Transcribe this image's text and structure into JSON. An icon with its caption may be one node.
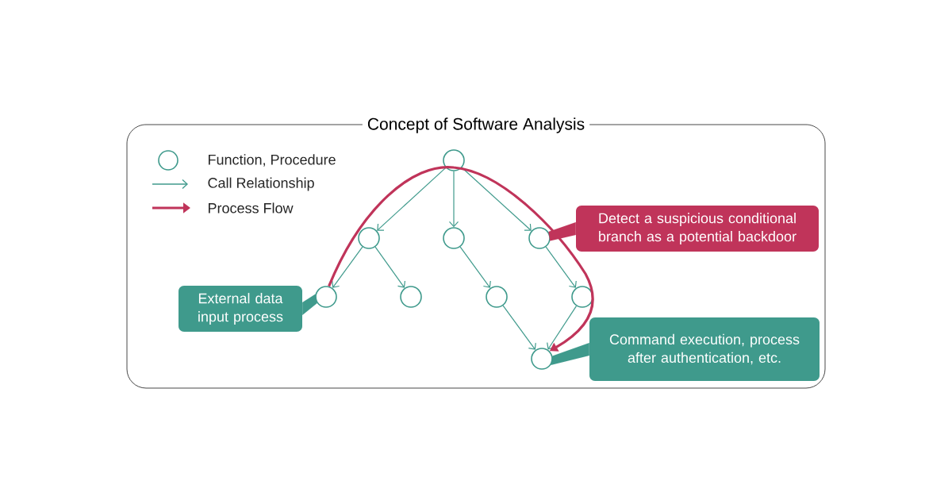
{
  "diagram": {
    "title": "Concept of Software Analysis",
    "nodes": [
      {
        "text": [],
        "shape": "circle"
      },
      {
        "text": [],
        "shape": "circle"
      },
      {
        "text": [],
        "shape": "circle"
      },
      {
        "text": [],
        "shape": "circle"
      },
      {
        "text": [],
        "shape": "circle"
      },
      {
        "text": [],
        "shape": "circle"
      },
      {
        "text": [],
        "shape": "circle"
      },
      {
        "text": [],
        "shape": "circle"
      },
      {
        "text": [],
        "shape": "circle"
      },
      {
        "text": [
          "External data input process"
        ]
      },
      {
        "text": [
          "Detect a suspicious conditional branch as a potential backdoor"
        ]
      },
      {
        "text": [
          "Command execution, process after authentication, etc."
        ]
      }
    ],
    "edges": [
      {
        "from": 0,
        "to": 1,
        "arrow": "to"
      },
      {
        "from": 0,
        "to": 2,
        "arrow": "to"
      },
      {
        "from": 0,
        "to": 3,
        "arrow": "to"
      },
      {
        "from": 1,
        "to": 4,
        "arrow": "to"
      },
      {
        "from": 1,
        "to": 5,
        "arrow": "to"
      },
      {
        "from": 2,
        "to": 6,
        "arrow": "to"
      },
      {
        "from": 3,
        "to": 7,
        "arrow": "to"
      },
      {
        "from": 6,
        "to": 8,
        "arrow": "to"
      },
      {
        "from": 7,
        "to": 8,
        "arrow": "to"
      },
      {
        "from": 4,
        "to": 8,
        "arrow": "to",
        "style": "thick",
        "color": "#c0345a"
      },
      {
        "from": 9,
        "to": 4,
        "arrow": "none"
      },
      {
        "from": 10,
        "to": 3,
        "arrow": "none",
        "color": "#c0345a"
      },
      {
        "from": 11,
        "to": 8,
        "arrow": "none"
      }
    ],
    "legend": [
      {
        "text": "Function, Procedure"
      },
      {
        "text": "Call Relationship"
      },
      {
        "text": "Process Flow"
      }
    ]
  }
}
